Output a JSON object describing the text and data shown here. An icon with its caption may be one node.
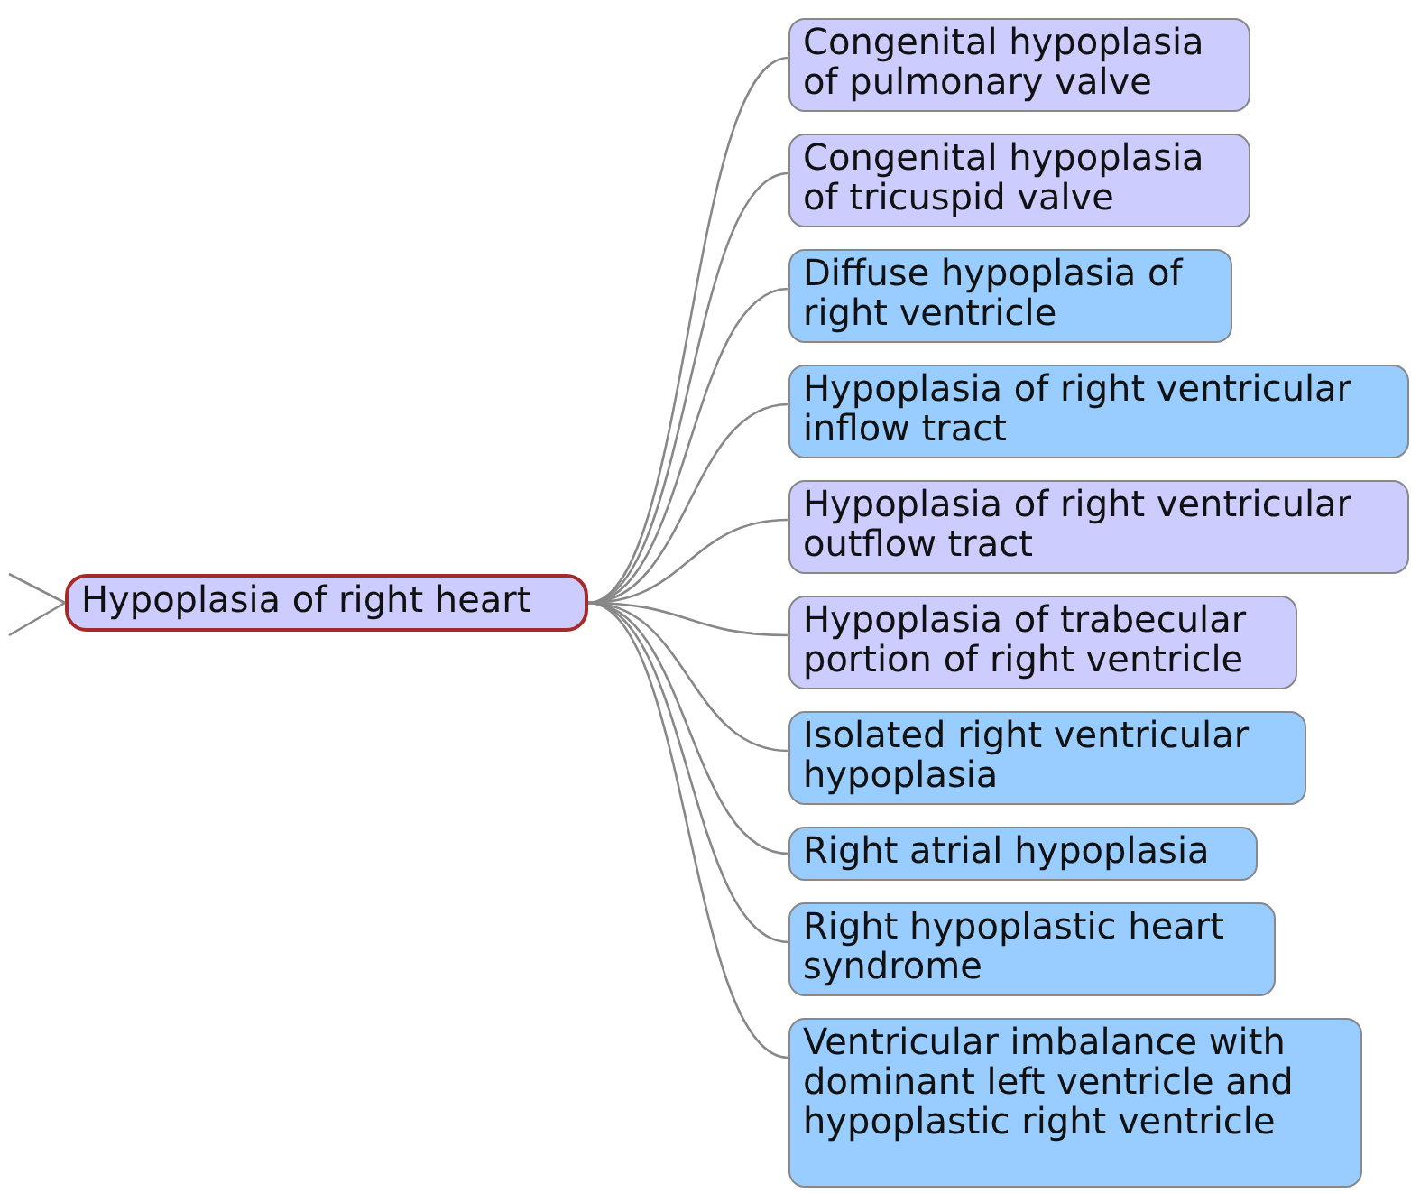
{
  "diagram": {
    "nodes": [
      {
        "text": [
          "Hypoplasia of right heart"
        ]
      },
      {
        "text": [
          "Congenital hypoplasia of pulmonary valve"
        ]
      },
      {
        "text": [
          "Congenital hypoplasia of tricuspid valve"
        ]
      },
      {
        "text": [
          "Diffuse hypoplasia of right ventricle"
        ]
      },
      {
        "text": [
          "Hypoplasia of right ventricular inflow tract"
        ]
      },
      {
        "text": [
          "Hypoplasia of right ventricular outflow tract"
        ]
      },
      {
        "text": [
          "Hypoplasia of trabecular portion of right ventricle"
        ]
      },
      {
        "text": [
          "Isolated right ventricular hypoplasia"
        ]
      },
      {
        "text": [
          "Right atrial hypoplasia"
        ]
      },
      {
        "text": [
          "Right hypoplastic heart syndrome"
        ]
      },
      {
        "text": [
          "Ventricular imbalance with dominant left ventricle and hypoplastic right ventricle"
        ]
      }
    ],
    "edges": [
      {
        "from": null,
        "to": 0,
        "arrow": "none"
      },
      {
        "from": null,
        "to": 0,
        "arrow": "none"
      },
      {
        "from": 0,
        "to": 1,
        "arrow": "none"
      },
      {
        "from": 0,
        "to": 2,
        "arrow": "none"
      },
      {
        "from": 0,
        "to": 3,
        "arrow": "none"
      },
      {
        "from": 0,
        "to": 4,
        "arrow": "none"
      },
      {
        "from": 0,
        "to": 5,
        "arrow": "none"
      },
      {
        "from": 0,
        "to": 6,
        "arrow": "none"
      },
      {
        "from": 0,
        "to": 7,
        "arrow": "none"
      },
      {
        "from": 0,
        "to": 8,
        "arrow": "none"
      },
      {
        "from": 0,
        "to": 9,
        "arrow": "none"
      },
      {
        "from": 0,
        "to": 10,
        "arrow": "none"
      }
    ]
  }
}
